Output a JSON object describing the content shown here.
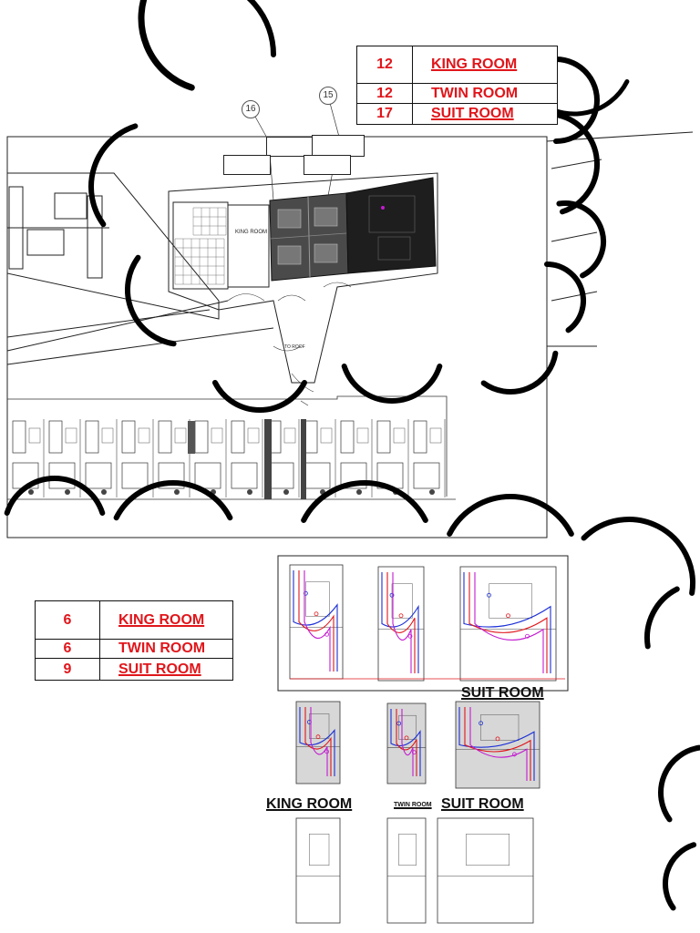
{
  "top_table": {
    "rows": [
      {
        "count": "12",
        "label": "KING ROOM"
      },
      {
        "count": "12",
        "label": "TWIN ROOM"
      },
      {
        "count": "17",
        "label": "SUIT ROOM"
      }
    ]
  },
  "bottom_table": {
    "rows": [
      {
        "count": "6",
        "label": "KING ROOM"
      },
      {
        "count": "6",
        "label": "TWIN ROOM"
      },
      {
        "count": "9",
        "label": "SUIT ROOM"
      }
    ]
  },
  "grid_labels": [
    "16",
    "15"
  ],
  "room_captions": {
    "suit_top": "SUIT ROOM",
    "king": "KING ROOM",
    "twin": "TWIN ROOM",
    "suit_bottom": "SUIT ROOM"
  },
  "plan_text": {
    "room_label": "KING ROOM",
    "to_label": "TO ROOF"
  },
  "colors": {
    "highlight_red": "#e0161b",
    "cloud_black": "#000000",
    "mep_blue": "#1b2fd6",
    "mep_red": "#e0161b",
    "mep_magenta": "#c21bd0"
  }
}
